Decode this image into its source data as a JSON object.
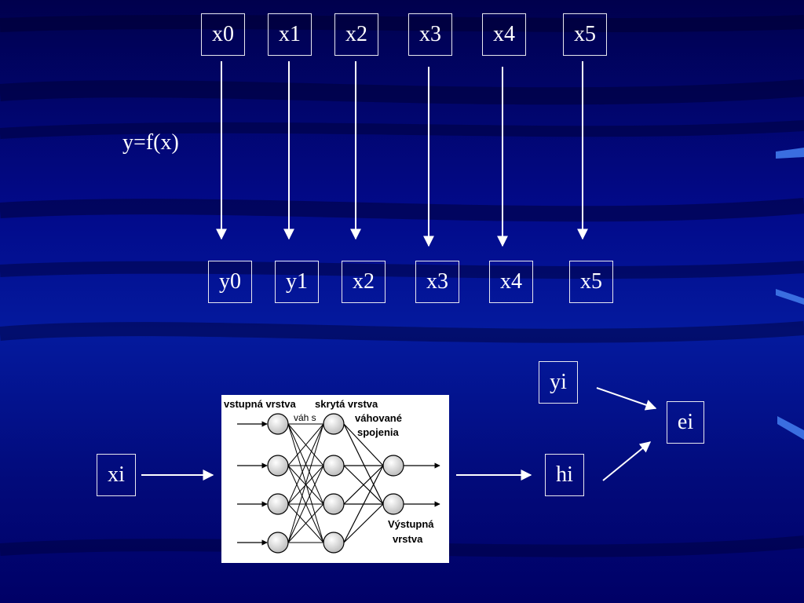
{
  "colors": {
    "accent": "#ffffff",
    "stripe": "#3a6ee0"
  },
  "formula": "y=f(x)",
  "top_inputs": [
    "x0",
    "x1",
    "x2",
    "x3",
    "x4",
    "x5"
  ],
  "top_outputs": [
    "y0",
    "y1",
    "x2",
    "x3",
    "x4",
    "x5"
  ],
  "bottom": {
    "input": "xi",
    "hidden_output": "hi",
    "target": "yi",
    "error": "ei"
  },
  "network": {
    "input_layer": "vstupná vrstva",
    "hidden_layer": "skrytá vrstva",
    "weights_partial": "váh s",
    "weighted_connections_1": "váhované",
    "weighted_connections_2": "spojenia",
    "output_layer_1": "Výstupná",
    "output_layer_2": "vrstva"
  }
}
